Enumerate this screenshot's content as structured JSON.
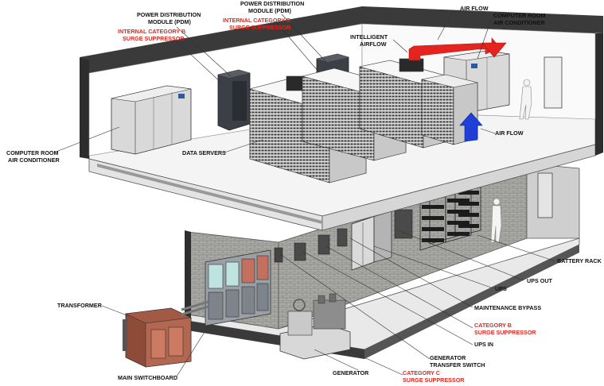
{
  "labels": {
    "pdm1_l1": "POWER DISTRIBUTION",
    "pdm1_l2": "MODULE (PDM)",
    "pdm2_l1": "POWER DISTRIBUTION",
    "pdm2_l2": "MODULE (PDM)",
    "surge_int_left_l1": "INTERNAL CATEGORY B",
    "surge_int_left_l2": "SURGE SUPPRESSOR",
    "surge_int_top_l1": "INTERNAL CATEGORY B",
    "surge_int_top_l2": "SURGE SUPPRESSOR",
    "air_flow_top": "AIR FLOW",
    "crac_right_l1": "COMPUTER ROOM",
    "crac_right_l2": "AIR CONDITIONER",
    "intelligent_l1": "INTELLIGENT",
    "intelligent_l2": "AIRFLOW",
    "air_flow_right": "AIR FLOW",
    "crac_left_l1": "COMPUTER ROOM",
    "crac_left_l2": "AIR CONDITIONER",
    "data_servers": "DATA SERVERS",
    "battery_rack": "BATTERY RACK",
    "ups_out": "UPS OUT",
    "ups": "UPS",
    "maintenance_bypass": "MAINTENANCE BYPASS",
    "cat_b_l1": "CATEGORY B",
    "cat_b_l2": "SURGE SUPPRESSOR",
    "ups_in": "UPS IN",
    "gen_ts_l1": "GENERATOR",
    "gen_ts_l2": "TRANSFER SWITCH",
    "generator": "GENERATOR",
    "cat_c_l1": "CATEGORY C",
    "cat_c_l2": "SURGE SUPPRESSOR",
    "transformer": "TRANSFORMER",
    "main_switchboard": "MAIN SWITCHBOARD"
  },
  "colors": {
    "label_black": "#111111",
    "label_red": "#e0281e",
    "airflow_red": "#e52420",
    "airflow_blue": "#1f3fd6",
    "wall_dark": "#3a3a3a",
    "brick": "#9a9a96",
    "floor": "#f2f2f2"
  }
}
